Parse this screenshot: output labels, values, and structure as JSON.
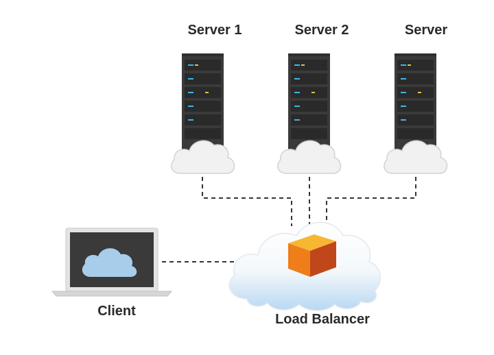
{
  "servers": [
    {
      "label": "Server 1"
    },
    {
      "label": "Server 2"
    },
    {
      "label": "Server"
    }
  ],
  "client": {
    "label": "Client"
  },
  "load_balancer": {
    "label": "Load Balancer"
  },
  "colors": {
    "rack_body": "#3a3a3a",
    "rack_bay": "#2a2a2a",
    "rack_led_blue": "#3fb7e6",
    "rack_led_yellow": "#d8c84a",
    "cloud_white": "#f1f1f1",
    "cloud_blue": "#b8d8f2",
    "cloud_icon": "#a8cdea",
    "laptop_screen": "#3a3a3a",
    "laptop_base": "#dcdcdc",
    "cube_top": "#f7b733",
    "cube_left": "#ef7d1a",
    "cube_right": "#c0471a",
    "connector": "#333333"
  }
}
